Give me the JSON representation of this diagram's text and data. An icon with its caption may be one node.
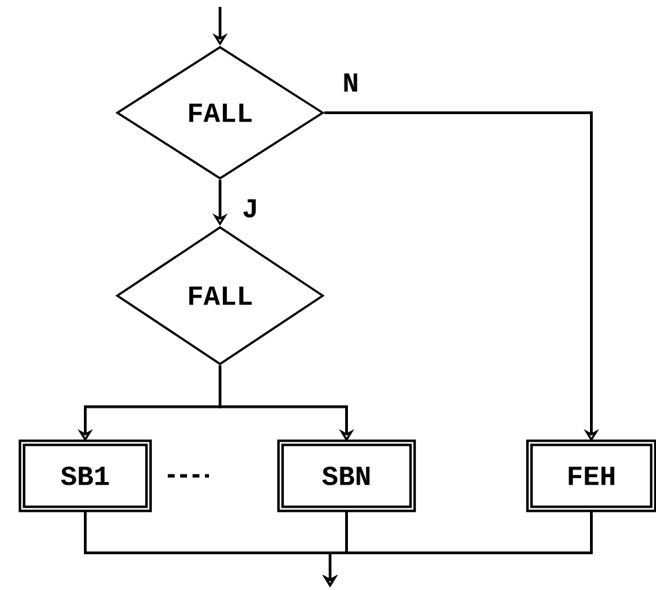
{
  "diagram": {
    "nodes": [
      {
        "text": [
          "FALL"
        ]
      },
      {
        "text": [
          "FALL"
        ]
      },
      {
        "text": [
          "SB1"
        ]
      },
      {
        "text": [
          "SBN"
        ]
      },
      {
        "text": [
          "FEH"
        ]
      }
    ],
    "edges": [
      {
        "from": null,
        "to": 0,
        "arrow": "to"
      },
      {
        "from": 0,
        "to": 1,
        "arrow": "to",
        "label": "J"
      },
      {
        "from": 0,
        "to": 4,
        "arrow": "to",
        "label": "N"
      },
      {
        "from": 1,
        "to": 2,
        "arrow": "to"
      },
      {
        "from": 1,
        "to": 3,
        "arrow": "to"
      },
      {
        "from": 2,
        "to": null,
        "arrow": "to"
      },
      {
        "from": 3,
        "to": null,
        "arrow": "to"
      },
      {
        "from": 4,
        "to": null,
        "arrow": "to"
      }
    ]
  }
}
